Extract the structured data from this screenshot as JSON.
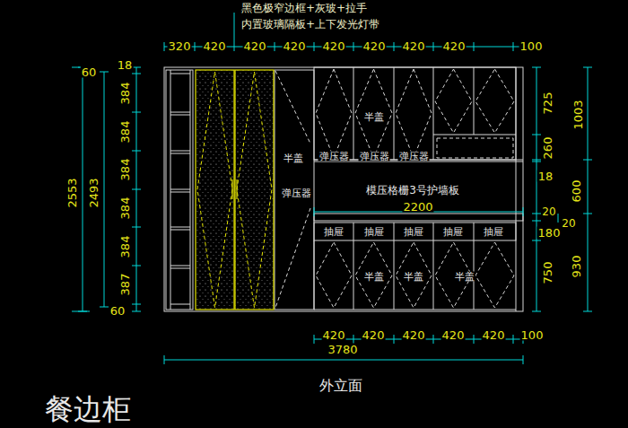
{
  "diagram": {
    "title": "餐边柜",
    "caption": "外立面",
    "labels": [
      "黑色极窄边框+灰玻+拉手",
      "内置玻璃隔板+上下发光灯带",
      "320",
      "420",
      "420",
      "420",
      "420",
      "420",
      "420",
      "420",
      "100",
      "60",
      "18",
      "384",
      "384",
      "384",
      "384",
      "384",
      "387",
      "60",
      "2553",
      "2493",
      "725",
      "1003",
      "260",
      "18",
      "600",
      "20",
      "20",
      "180",
      "930",
      "750",
      "420",
      "420",
      "420",
      "420",
      "420",
      "100",
      "3780",
      "半盖",
      "弹压器",
      "半盖",
      "弹压器",
      "弹压器",
      "弹压器",
      "模压格栅3号护墙板",
      "2200",
      "抽屉",
      "抽屉",
      "抽屉",
      "抽屉",
      "抽屉",
      "半盖",
      "半盖",
      "半盖"
    ]
  }
}
